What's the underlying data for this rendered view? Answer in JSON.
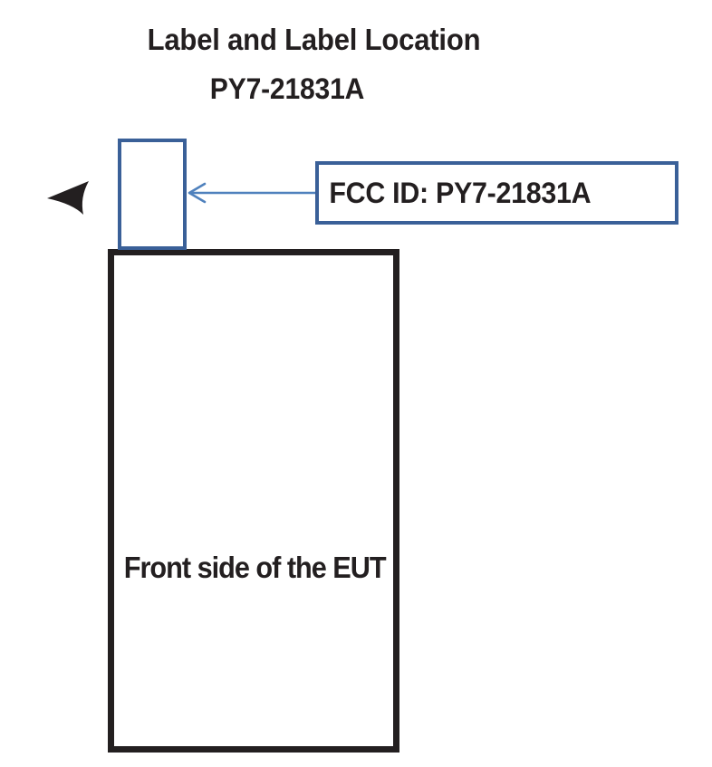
{
  "page": {
    "title_main": "Label and Label Location",
    "title_sub": "PY7-21831A",
    "background_color": "#ffffff"
  },
  "callout": {
    "text": "FCC ID: PY7-21831A",
    "border_color": "#3a6098",
    "fill_color": "#ffffff"
  },
  "label_location": {
    "name": "label-rectangle",
    "border_color": "#3a6098",
    "fill_color": "#ffffff"
  },
  "leader": {
    "name": "leader-arrow",
    "direction": "left",
    "line_color": "#4f81bd"
  },
  "marker": {
    "name": "pointer-arrow-marker",
    "direction": "left",
    "color": "#231f20"
  },
  "eut": {
    "caption": "Front side of the EUT",
    "border_color": "#231f20",
    "fill_color": "#ffffff"
  },
  "text_color": "#231f20"
}
